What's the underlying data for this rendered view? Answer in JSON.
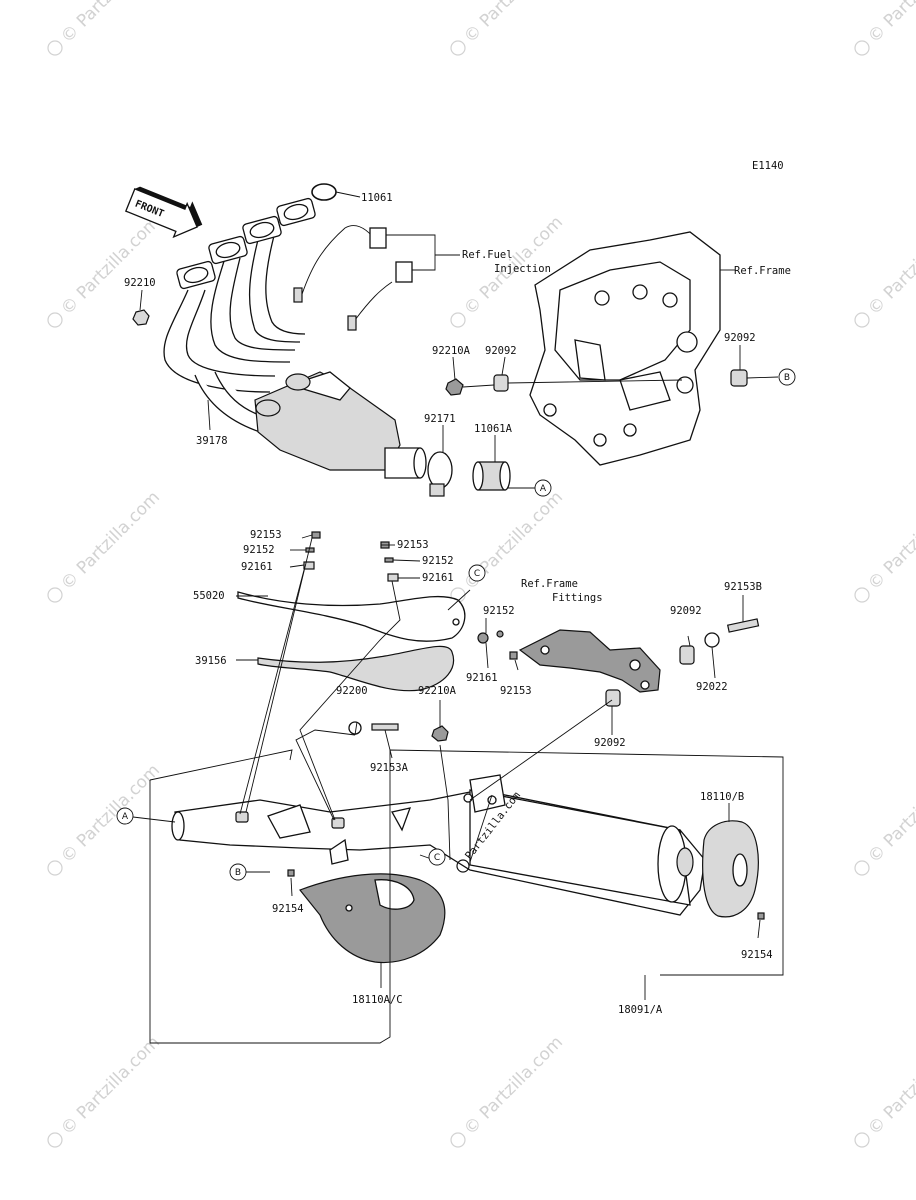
{
  "diagram_code": "E1140",
  "front_label": "FRONT",
  "watermark_text": "© Partzilla.com",
  "center_watermark": "Partzilla.com",
  "refs": {
    "fuel_injection_line1": "Ref.Fuel",
    "fuel_injection_line2": "Injection",
    "frame": "Ref.Frame",
    "frame_fittings_line1": "Ref.Frame",
    "frame_fittings_line2": "Fittings"
  },
  "callouts": {
    "A": "A",
    "B": "B",
    "C": "C"
  },
  "parts": {
    "p11061": "11061",
    "p92210": "92210",
    "p39178": "39178",
    "p92210A_top": "92210A",
    "p92092_top": "92092",
    "p92092_frame": "92092",
    "p92171": "92171",
    "p11061A": "11061A",
    "p92153_left": "92153",
    "p92152_left": "92152",
    "p92161_left": "92161",
    "p92153_mid": "92153",
    "p92152_mid": "92152",
    "p92161_mid": "92161",
    "p55020": "55020",
    "p39156": "39156",
    "p92152_lower": "92152",
    "p92161_lower": "92161",
    "p92153_lower": "92153",
    "p92153B": "92153B",
    "p92092_right": "92092",
    "p92022": "92022",
    "p92092_bottom": "92092",
    "p92200": "92200",
    "p92210A_mid": "92210A",
    "p92153A": "92153A",
    "p18110B": "18110/B",
    "p92154_left": "92154",
    "p92154_right": "92154",
    "p18110AC": "18110A/C",
    "p18091A": "18091/A"
  }
}
